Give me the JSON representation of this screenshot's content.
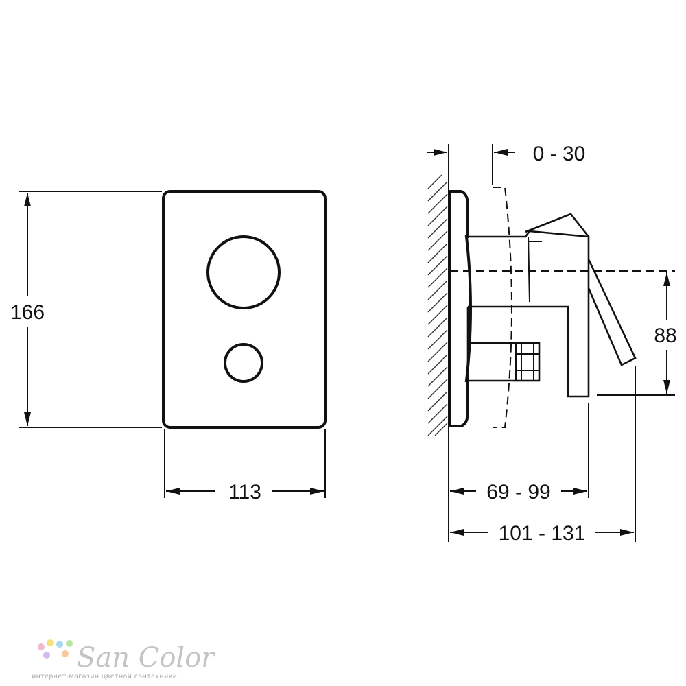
{
  "dimensions": {
    "height": "166",
    "width": "113",
    "adjust": "0 - 30",
    "depth_body": "69 - 99",
    "depth_total": "101 - 131",
    "centre_height": "88"
  },
  "watermark": {
    "brand": "San Color",
    "tagline": "интернет-магазин цветной сантехники",
    "dot_colors": [
      "#f2b8d0",
      "#f7e07a",
      "#a8d8f0",
      "#b8e6a0",
      "#d6b8f0",
      "#f5c9a0"
    ]
  }
}
